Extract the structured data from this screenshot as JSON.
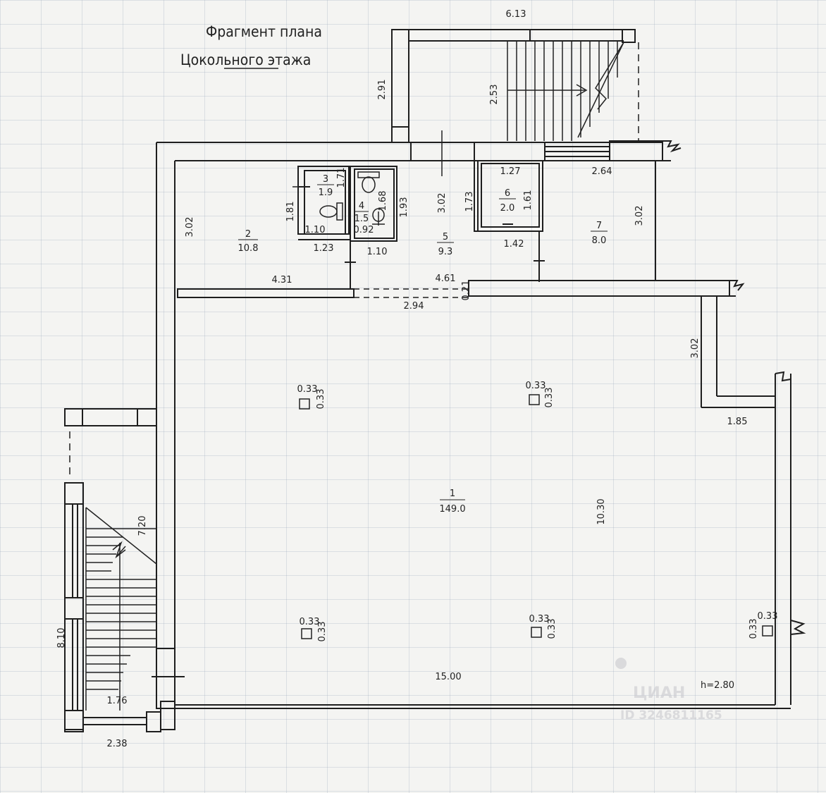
{
  "title": {
    "line1": "Фрагмент плана",
    "line2": "Цокольного этажа"
  },
  "rooms": [
    {
      "number": "1",
      "area": "149.0"
    },
    {
      "number": "2",
      "area": "10.8"
    },
    {
      "number": "3",
      "area": "1.9"
    },
    {
      "number": "4",
      "area": "1.5"
    },
    {
      "number": "5",
      "area": "9.3"
    },
    {
      "number": "6",
      "area": "2.0"
    },
    {
      "number": "7",
      "area": "8.0"
    }
  ],
  "dimensions": {
    "stair_top_width": "6.13",
    "stair_top_left_height": "2.91",
    "stair_flight_length": "2.53",
    "room6_width": "1.27",
    "room7_width": "2.64",
    "room3_height_right": "1.71",
    "room3_height_left": "1.81",
    "room3_width": "1.10",
    "room3_bottom_width": "1.23",
    "room4_height": "1.68",
    "room4_width_inner": "0.92",
    "room4_width": "1.10",
    "room2_height": "3.02",
    "room2_width": "4.31",
    "corridor_height_left": "1.93",
    "corridor_height": "3.02",
    "room6_height_left": "1.73",
    "room6_height_right": "1.61",
    "room6_bottom_width": "1.42",
    "room7_height": "3.02",
    "corridor_width": "4.61",
    "wall_thickness": "0.21",
    "opening_width": "2.94",
    "right_recess_height": "3.02",
    "right_recess_width": "1.85",
    "hall_height": "10.30",
    "hall_width": "15.00",
    "left_stair_length": "7.20",
    "left_stair_height": "8.10",
    "left_stair_inner_width": "1.76",
    "left_stair_outer_width": "2.38",
    "ceiling_height": "h=2.80"
  },
  "columns": [
    {
      "w": "0.33",
      "h": "0.33"
    },
    {
      "w": "0.33",
      "h": "0.33"
    },
    {
      "w": "0.33",
      "h": "0.33"
    },
    {
      "w": "0.33",
      "h": "0.33"
    },
    {
      "w": "0.33",
      "h": "0.33"
    }
  ],
  "watermark": {
    "brand": "ЦИАН",
    "id": "ID 3246811165"
  }
}
